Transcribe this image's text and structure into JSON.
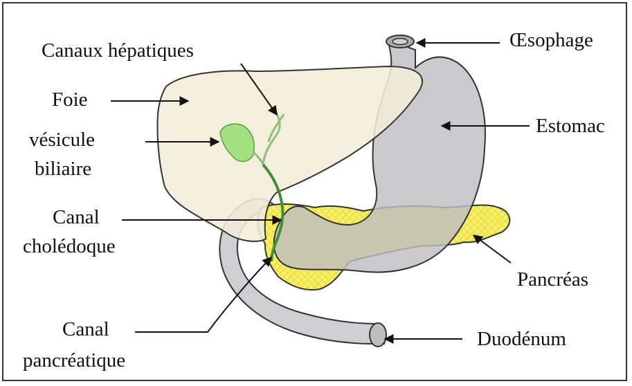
{
  "labels": {
    "canaux_hepatiques": "Canaux hépatiques",
    "foie": "Foie",
    "vesicule_line1": "vésicule",
    "vesicule_line2": "biliaire",
    "canal_choledoque_line1": "Canal",
    "canal_choledoque_line2": "cholédoque",
    "canal_pancreatique_line1": "Canal",
    "canal_pancreatique_line2": "pancréatique",
    "oesophage": "Œsophage",
    "estomac": "Estomac",
    "pancreas": "Pancréas",
    "duodenum": "Duodénum"
  },
  "colors": {
    "liver": "#f3ecd8",
    "stomach": "#cfcfd1",
    "pancreas": "#f5ef6a",
    "gallbladder": "#a3e07f",
    "bile_duct": "#3d8f3a",
    "outline": "#333333"
  }
}
